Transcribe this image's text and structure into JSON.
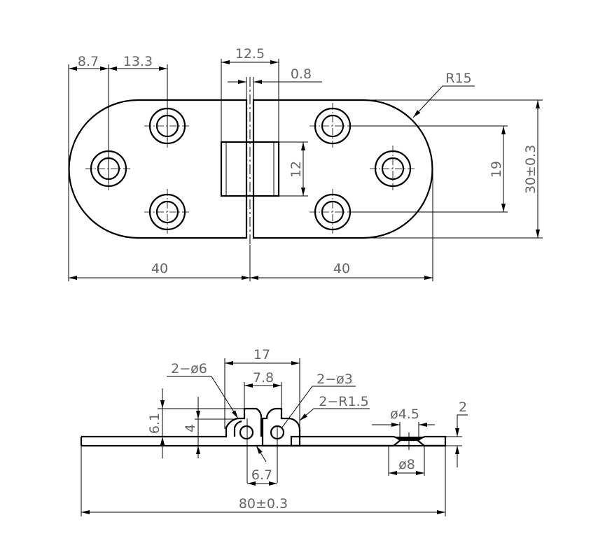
{
  "top_view": {
    "dims": {
      "d8_7": "8.7",
      "d13_3": "13.3",
      "d12_5": "12.5",
      "d0_8": "0.8",
      "r15": "R15",
      "d19": "19",
      "d30": "30±0.3",
      "d12": "12",
      "d40_left": "40",
      "d40_right": "40"
    }
  },
  "side_view": {
    "dims": {
      "d17": "17",
      "d7_8": "7.8",
      "dia6": "2−ø6",
      "dia3": "2−ø3",
      "r1_5": "2−R1.5",
      "d6_1": "6.1",
      "d4": "4",
      "d6_7": "6.7",
      "dia4_5": "ø4.5",
      "dia8": "ø8",
      "d2": "2",
      "d80": "80±0.3"
    }
  }
}
